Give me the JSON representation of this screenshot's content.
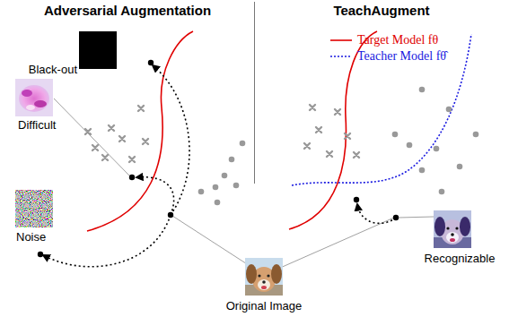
{
  "diagram": {
    "labels": [
      "Adversarial Augmentation",
      "TeachAugment",
      "Black-out",
      "Difficult",
      "Noise",
      "Original Image",
      "Recognizable"
    ],
    "legend": [
      {
        "text": "Target Model fθ"
      },
      {
        "text": "Teacher Model fθ̂"
      }
    ]
  }
}
